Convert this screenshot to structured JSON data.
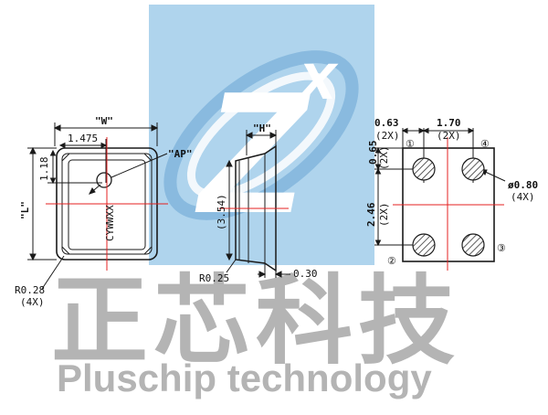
{
  "logo": {
    "letter": "Z",
    "superscript": "x",
    "bg_color": "#a9d1ec",
    "ring_color": "#7fb5dd"
  },
  "brand": {
    "chinese": "正芯科技",
    "english": "Pluschip technology",
    "color": "#b4b4b4"
  },
  "colors": {
    "line": "#1a1a1a",
    "centerline": "#e52020"
  },
  "front_view": {
    "width_label": "\"W\"",
    "dim_1475": "1.475",
    "dim_118": "1.18",
    "length_label": "\"L\"",
    "ap_label": "\"AP\"",
    "marking": "CYWWXX",
    "radius": "R0.28",
    "radius_count": "(4X)"
  },
  "side_view": {
    "height_label": "\"H\"",
    "dim_354": "(3.54)",
    "radius": "R0.25",
    "dim_030": "0.30"
  },
  "pad_view": {
    "dim_063": "0.63",
    "dim_063_count": "(2X)",
    "dim_170": "1.70",
    "dim_170_count": "(2X)",
    "dim_065": "0.65",
    "dim_065_count": "(2X)",
    "dim_246": "2.46",
    "dim_246_count": "(2X)",
    "pad_dia": "ø0.80",
    "pad_count": "(4X)",
    "pins": [
      "①",
      "②",
      "③",
      "④"
    ]
  }
}
